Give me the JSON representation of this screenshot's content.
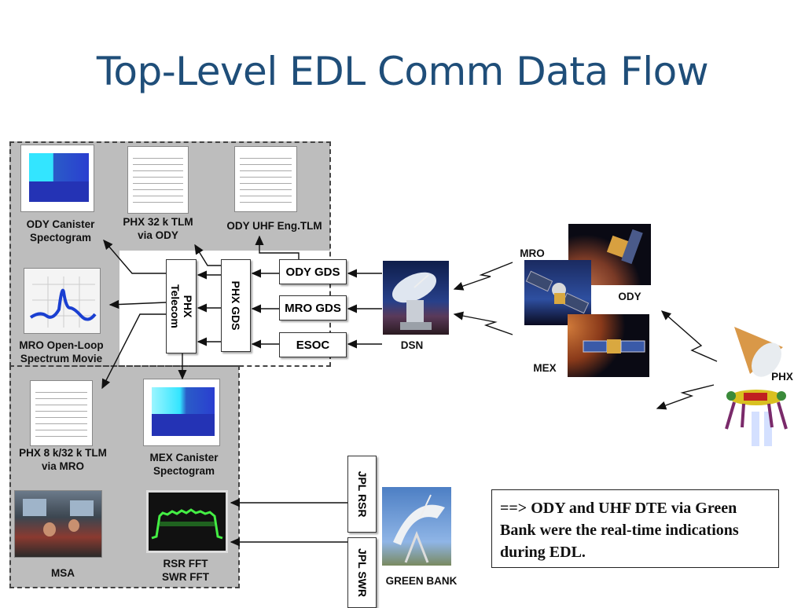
{
  "title": "Top-Level EDL Comm Data Flow",
  "products": {
    "ody_canister": "ODY Canister\nSpectogram",
    "phx_32k": "PHX 32 k TLM\nvia ODY",
    "ody_uhf": "ODY UHF Eng.TLM",
    "mro_openloop": "MRO Open-Loop\nSpectrum Movie",
    "phx_8k": "PHX 8 k/32 k TLM\nvia MRO",
    "mex_canister": "MEX Canister\nSpectogram",
    "msa": "MSA",
    "rsr_fft": "RSR FFT\nSWR FFT"
  },
  "boxes": {
    "ody_gds": "ODY GDS",
    "mro_gds": "MRO GDS",
    "esoc": "ESOC",
    "phx_telecom": "PHX\nTelecom",
    "phx_gds": "PHX GDS",
    "jpl_rsr": "JPL RSR",
    "jpl_swr": "JPL SWR"
  },
  "stations": {
    "dsn": "DSN",
    "green_bank": "GREEN BANK"
  },
  "spacecraft": {
    "mro": "MRO",
    "ody": "ODY",
    "mex": "MEX",
    "phx": "PHX"
  },
  "note": "==> ODY and UHF DTE via Green Bank were the real-time indications during EDL."
}
